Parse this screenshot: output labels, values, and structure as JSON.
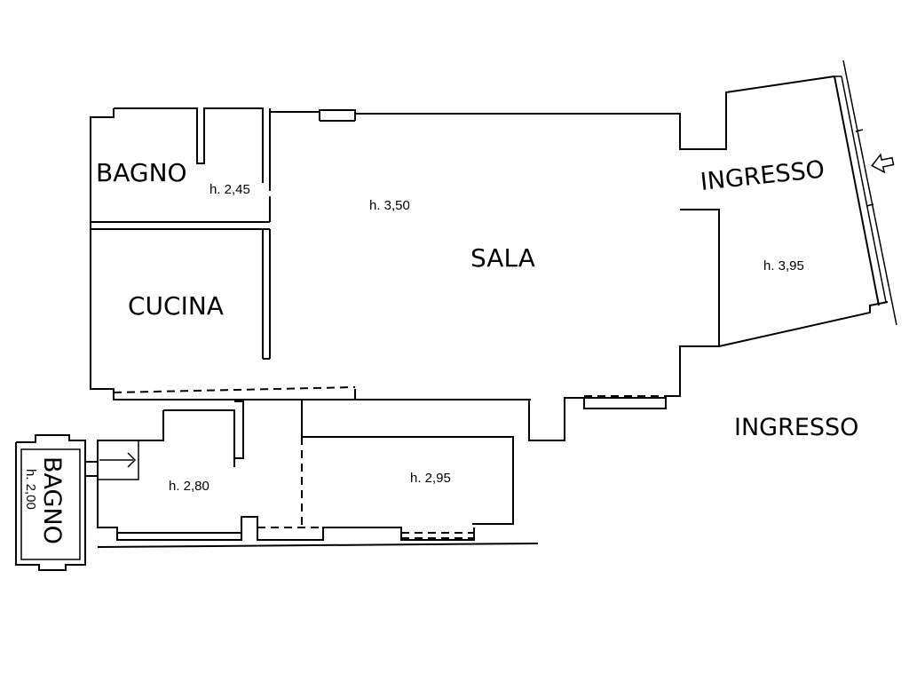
{
  "rooms": {
    "bagno_top": {
      "name": "BAGNO",
      "height": "h. 2,45"
    },
    "sala": {
      "name": "SALA",
      "height": "h. 3,50"
    },
    "ingresso_room": {
      "name": "INGRESSO",
      "height": "h. 3,95"
    },
    "cucina": {
      "name": "CUCINA"
    },
    "bagno_small": {
      "name": "BAGNO",
      "height": "h. 2,00"
    },
    "room_lower_left": {
      "height": "h. 2,80"
    },
    "room_lower_right": {
      "height": "h. 2,95"
    }
  },
  "outside": {
    "entrance_label": "INGRESSO"
  },
  "icons": {
    "entrance_arrow": "entrance-arrow-icon",
    "door_arrow": "door-arrow-icon"
  }
}
